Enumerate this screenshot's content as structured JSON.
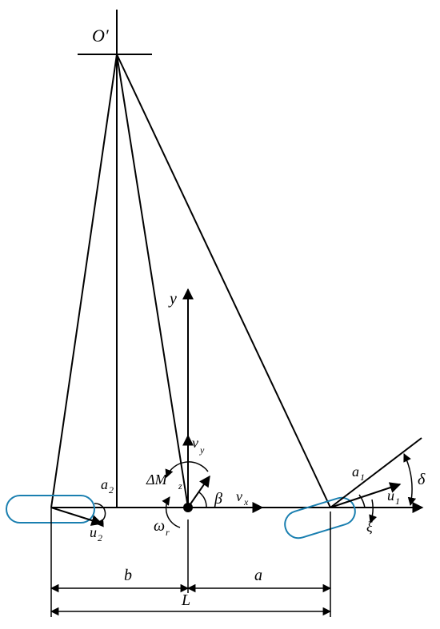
{
  "labels": {
    "pole": "O′",
    "y_axis": "y",
    "vy_main": "v",
    "vy_sub": "y",
    "vx_main": "v",
    "vx_sub": "x",
    "beta": "β",
    "moment_prefix": "ΔM",
    "moment_sub": "z",
    "omega_main": "ω",
    "omega_sub": "r",
    "a2_main": "a",
    "a2_sub": "2",
    "u2_main": "u",
    "u2_sub": "2",
    "a1_main": "a",
    "a1_sub": "1",
    "u1_main": "u",
    "u1_sub": "1",
    "xi": "ξ",
    "delta": "δ",
    "dim_b": "b",
    "dim_a": "a",
    "dim_L": "L"
  },
  "colors": {
    "lines": "#000000",
    "wheel": "#1a7fb0",
    "background": "#ffffff"
  }
}
